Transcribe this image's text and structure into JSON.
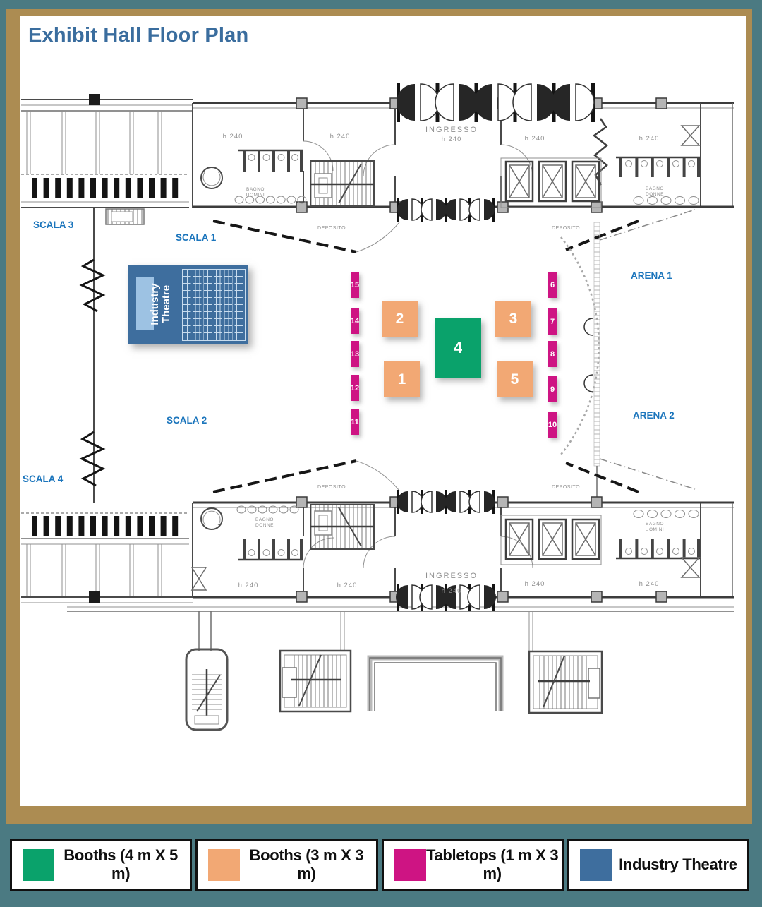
{
  "title": "Exhibit Hall Floor Plan",
  "colors": {
    "background_teal": "#4B7A82",
    "frame_gold": "#AC8C52",
    "title_blue": "#3A6D9E",
    "area_label_blue": "#1B75BC",
    "booth_large_green": "#0AA26B",
    "booth_small_orange": "#F2A874",
    "tabletop_magenta": "#CE1483",
    "industry_theatre_blue": "#3E6E9E",
    "theatre_screen_light_blue": "#9DC2E3"
  },
  "area_labels": {
    "scala1": "SCALA 1",
    "scala2": "SCALA 2",
    "scala3": "SCALA 3",
    "scala4": "SCALA 4",
    "arena1": "ARENA 1",
    "arena2": "ARENA 2"
  },
  "plan_texts": {
    "ingresso": "INGRESSO",
    "room_height": "h 240",
    "deposito": "DEPOSITO",
    "bagno": "BAGNO",
    "donne": "DONNE",
    "uomini": "UOMINI"
  },
  "industry_theatre": {
    "label": "Industry\nTheatre"
  },
  "booths": {
    "b1": "1",
    "b2": "2",
    "b3": "3",
    "b4": "4",
    "b5": "5"
  },
  "tabletops": {
    "t6": "6",
    "t7": "7",
    "t8": "8",
    "t9": "9",
    "t10": "10",
    "t11": "11",
    "t12": "12",
    "t13": "13",
    "t14": "14",
    "t15": "15"
  },
  "legend": {
    "items": [
      {
        "label": "Booths (4 m X 5 m)",
        "color": "#0AA26B"
      },
      {
        "label": "Booths (3 m X 3 m)",
        "color": "#F2A874"
      },
      {
        "label": "Tabletops (1 m X 3 m)",
        "color": "#CE1483"
      },
      {
        "label": "Industry Theatre",
        "color": "#3E6E9E"
      }
    ]
  }
}
